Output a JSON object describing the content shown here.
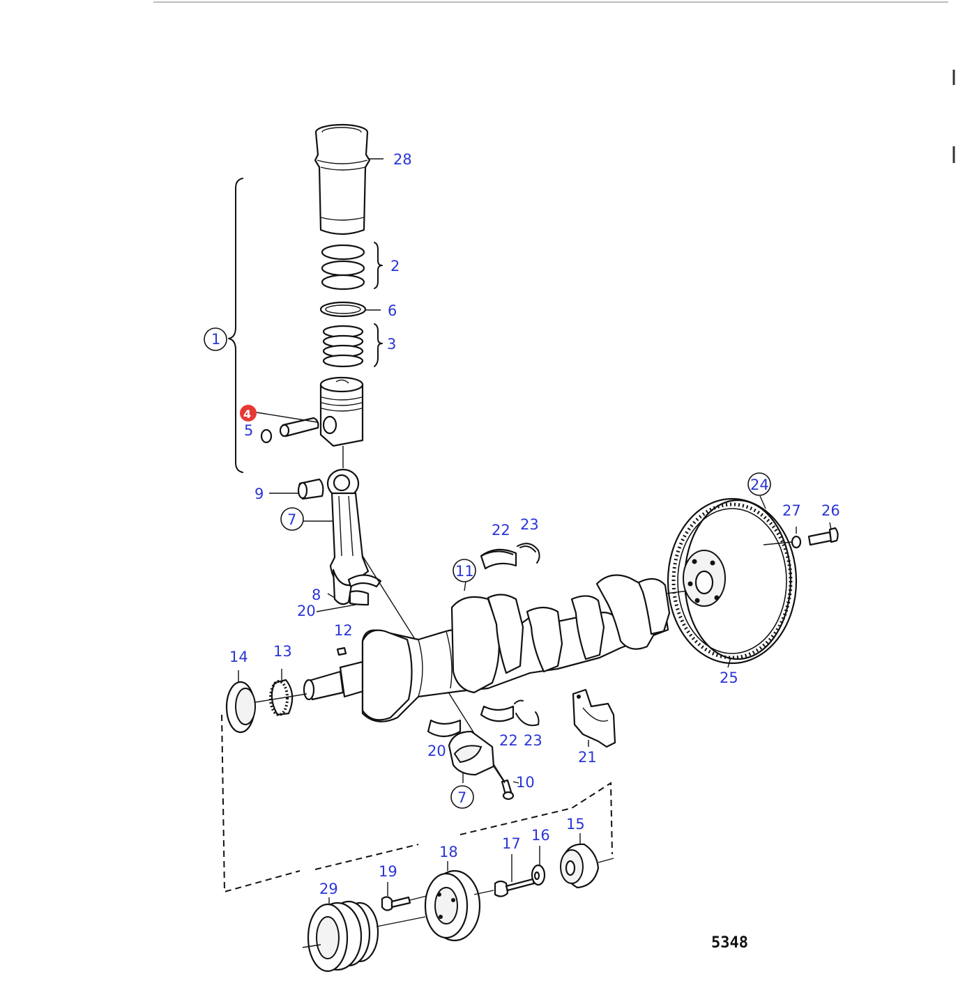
{
  "colors": {
    "label": "#2a35d6",
    "highlight": "#e53935",
    "line": "#111111"
  },
  "drawing_number": "5348",
  "parts": [
    {
      "id": "p28",
      "number": "28"
    },
    {
      "id": "p2",
      "number": "2"
    },
    {
      "id": "p6",
      "number": "6"
    },
    {
      "id": "p3",
      "number": "3"
    },
    {
      "id": "p1",
      "number": "1",
      "circled": true
    },
    {
      "id": "p4",
      "number": "4",
      "highlighted": true
    },
    {
      "id": "p5",
      "number": "5"
    },
    {
      "id": "p9",
      "number": "9"
    },
    {
      "id": "p7a",
      "number": "7",
      "circled": true
    },
    {
      "id": "p8",
      "number": "8"
    },
    {
      "id": "p20a",
      "number": "20"
    },
    {
      "id": "p22a",
      "number": "22"
    },
    {
      "id": "p23a",
      "number": "23"
    },
    {
      "id": "p11",
      "number": "11",
      "circled": true
    },
    {
      "id": "p24",
      "number": "24",
      "circled": true
    },
    {
      "id": "p27",
      "number": "27"
    },
    {
      "id": "p26",
      "number": "26"
    },
    {
      "id": "p25",
      "number": "25"
    },
    {
      "id": "p12",
      "number": "12"
    },
    {
      "id": "p14",
      "number": "14"
    },
    {
      "id": "p13",
      "number": "13"
    },
    {
      "id": "p20b",
      "number": "20"
    },
    {
      "id": "p22b",
      "number": "22"
    },
    {
      "id": "p23b",
      "number": "23"
    },
    {
      "id": "p21",
      "number": "21"
    },
    {
      "id": "p10",
      "number": "10"
    },
    {
      "id": "p7b",
      "number": "7",
      "circled": true
    },
    {
      "id": "p15",
      "number": "15"
    },
    {
      "id": "p16",
      "number": "16"
    },
    {
      "id": "p17",
      "number": "17"
    },
    {
      "id": "p18",
      "number": "18"
    },
    {
      "id": "p19",
      "number": "19"
    },
    {
      "id": "p29",
      "number": "29"
    }
  ]
}
